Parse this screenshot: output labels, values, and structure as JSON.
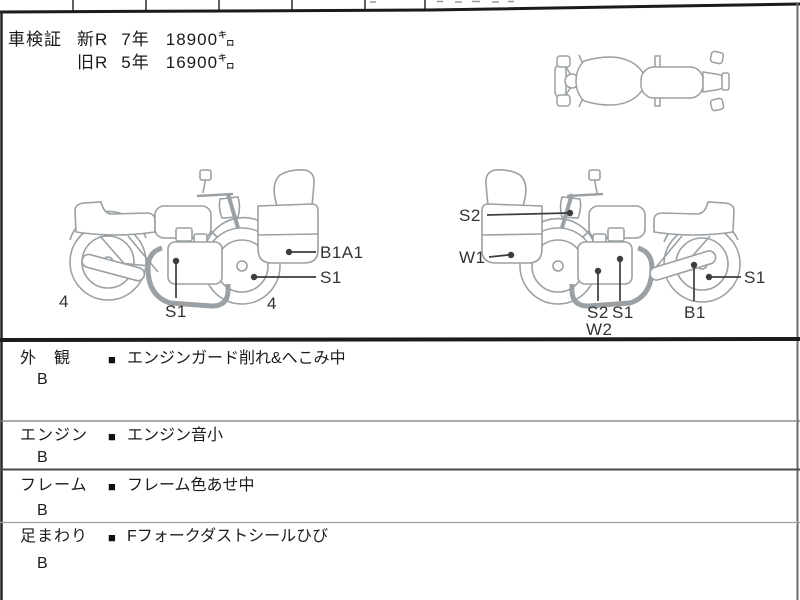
{
  "sheet": {
    "inspection": {
      "label": "車検証",
      "rows": [
        {
          "reg": "新R",
          "term": "7年",
          "mileage": "18900㌔"
        },
        {
          "reg": "旧R",
          "term": "5年",
          "mileage": "16900㌔"
        }
      ]
    },
    "diagram": {
      "left_bike": {
        "rear_wheel_grade": "4",
        "engine": "S1",
        "front_wheel_grade": "4",
        "front_cowl": "B1A1",
        "front_wheel": "S1"
      },
      "right_bike": {
        "headlight": "S2",
        "front_cowl": "W1",
        "engine_guard": "S2",
        "engine": "S1",
        "engine_under": "W2",
        "muffler": "B1",
        "rear_wheel": "S1"
      }
    },
    "condition": {
      "bullet": "■",
      "rows": [
        {
          "category": "外　観",
          "grade": "B",
          "note": "エンジンガード削れ&へこみ中"
        },
        {
          "category": "エンジン",
          "grade": "B",
          "note": "エンジン音小"
        },
        {
          "category": "フレーム",
          "grade": "B",
          "note": "フレーム色あせ中"
        },
        {
          "category": "足まわり",
          "grade": "B",
          "note": "Fフォークダストシールひび"
        }
      ]
    },
    "colors": {
      "line_art": "#9aa0a4",
      "leader": "#3d3d3d",
      "border_dark": "#1b1b1b"
    }
  }
}
